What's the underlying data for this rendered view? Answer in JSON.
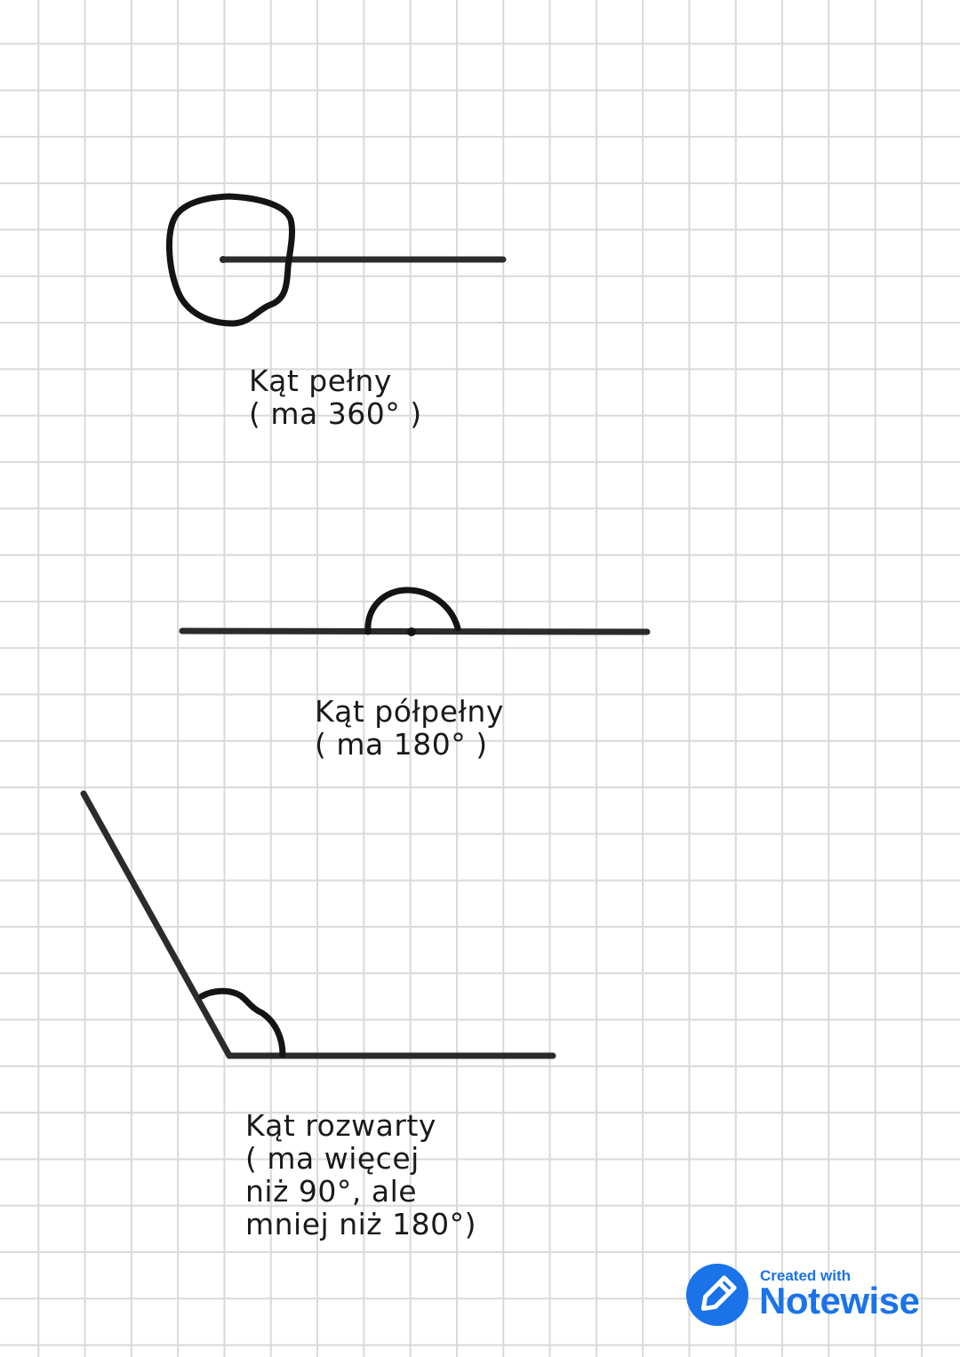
{
  "angles": [
    {
      "id": "full",
      "name": "Kąt pełny",
      "lines": [
        "Kąt pełny",
        "( ma 360° )"
      ]
    },
    {
      "id": "straight",
      "name": "Kąt półpełny",
      "lines": [
        "Kąt półpełny",
        "( ma 180° )"
      ]
    },
    {
      "id": "obtuse",
      "name": "Kąt rozwarty",
      "lines": [
        "Kąt rozwarty",
        "( ma więcej",
        "niż 90°, ale",
        "mniej niż 180°)"
      ]
    }
  ],
  "branding": {
    "small": "Created with",
    "big": "Notewise",
    "icon": "pencil-icon",
    "color": "#1a73e8"
  },
  "colors": {
    "ink": "#2b2b2b",
    "grid": "#d9d9d9",
    "paper": "#ffffff"
  }
}
